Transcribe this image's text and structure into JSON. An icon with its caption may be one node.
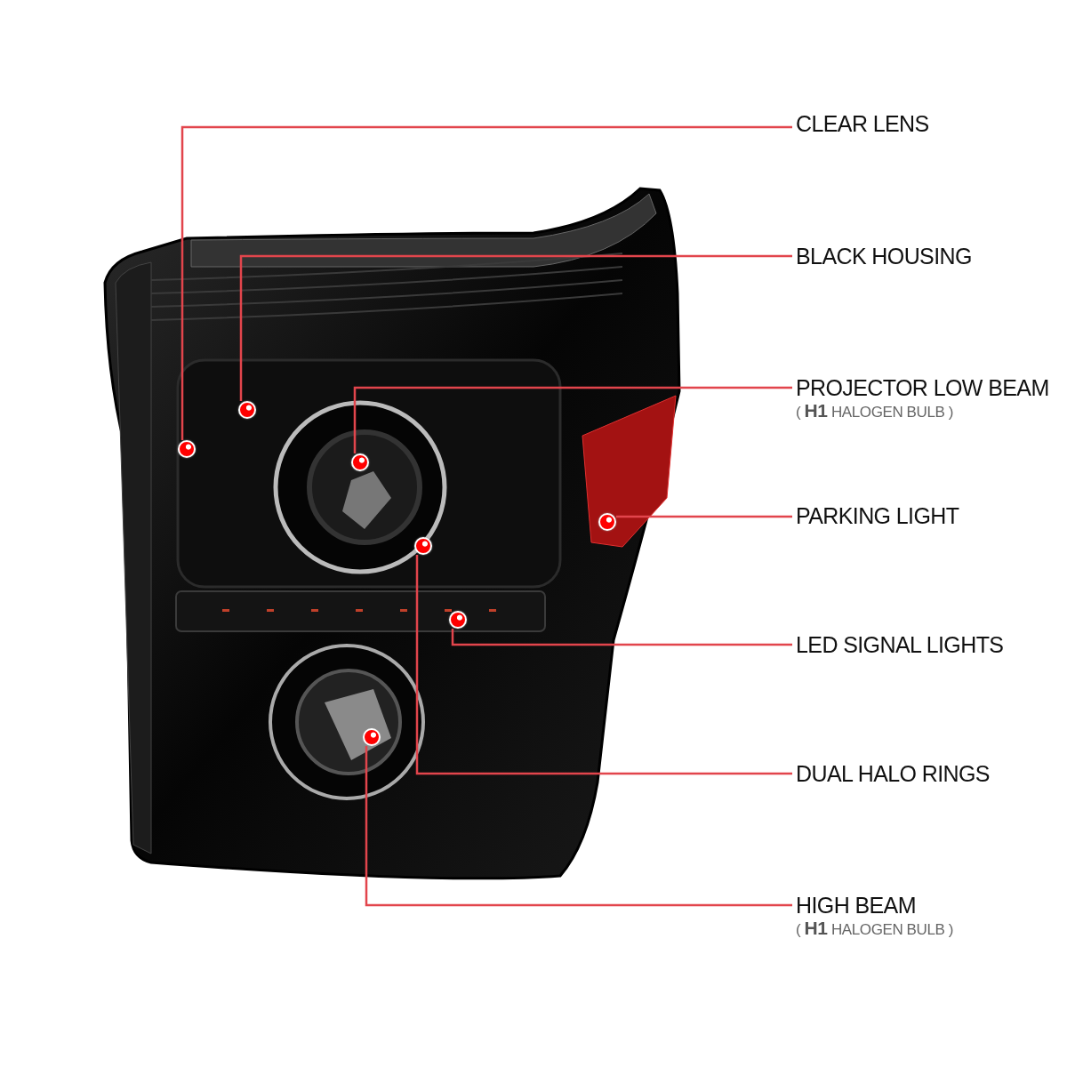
{
  "diagram": {
    "nodes": [
      {
        "text": [
          "CLEAR LENS"
        ]
      },
      {
        "text": [
          "BLACK HOUSING"
        ]
      },
      {
        "text": [
          "PROJECTOR LOW BEAM",
          "( **H1** HALOGEN BULB )"
        ]
      },
      {
        "text": [
          "PARKING LIGHT"
        ]
      },
      {
        "text": [
          "LED SIGNAL LIGHTS"
        ]
      },
      {
        "text": [
          "DUAL HALO RINGS"
        ]
      },
      {
        "text": [
          "HIGH BEAM",
          "( **H1** HALOGEN BULB )"
        ]
      },
      {
        "text": [],
        "shape": "circle"
      },
      {
        "text": [],
        "shape": "circle"
      },
      {
        "text": [],
        "shape": "circle"
      },
      {
        "text": [],
        "shape": "circle"
      },
      {
        "text": [],
        "shape": "circle"
      },
      {
        "text": [],
        "shape": "circle"
      },
      {
        "text": [],
        "shape": "circle"
      }
    ],
    "edges": [
      {
        "from": 0,
        "to": 7,
        "arrow": "none"
      },
      {
        "from": 1,
        "to": 8,
        "arrow": "none"
      },
      {
        "from": 2,
        "to": 9,
        "arrow": "none"
      },
      {
        "from": 3,
        "to": 10,
        "arrow": "none"
      },
      {
        "from": 4,
        "to": 11,
        "arrow": "none"
      },
      {
        "from": 5,
        "to": 12,
        "arrow": "none"
      },
      {
        "from": 6,
        "to": 13,
        "arrow": "none"
      }
    ]
  }
}
